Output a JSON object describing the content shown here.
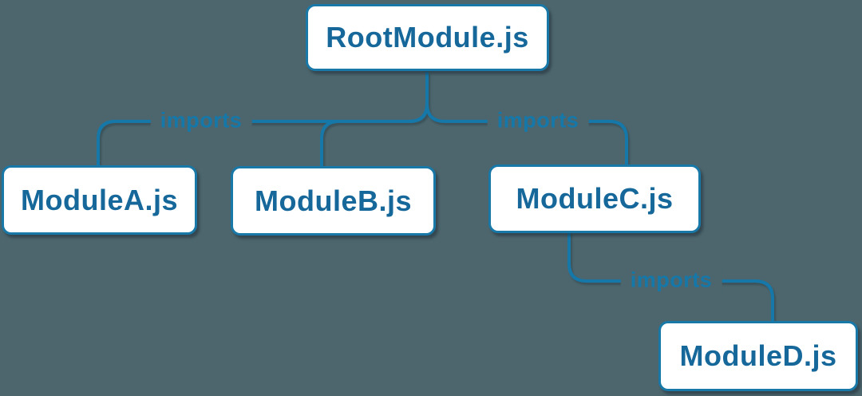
{
  "diagram": {
    "type": "module-dependency-graph",
    "nodes": [
      {
        "id": "root",
        "label": "RootModule.js"
      },
      {
        "id": "a",
        "label": "ModuleA.js"
      },
      {
        "id": "b",
        "label": "ModuleB.js"
      },
      {
        "id": "c",
        "label": "ModuleC.js"
      },
      {
        "id": "d",
        "label": "ModuleD.js"
      }
    ],
    "edges": [
      {
        "from": "RootModule.js",
        "to": "ModuleA.js",
        "label": "imports"
      },
      {
        "from": "RootModule.js",
        "to": "ModuleB.js",
        "label": ""
      },
      {
        "from": "RootModule.js",
        "to": "ModuleC.js",
        "label": "imports"
      },
      {
        "from": "ModuleC.js",
        "to": "ModuleD.js",
        "label": "imports"
      }
    ],
    "colors": {
      "background": "#4D666E",
      "edge_line": "#1578A9",
      "node_border": "#1878A8",
      "node_background": "#FFFFFF",
      "node_text": "#16689A"
    }
  }
}
